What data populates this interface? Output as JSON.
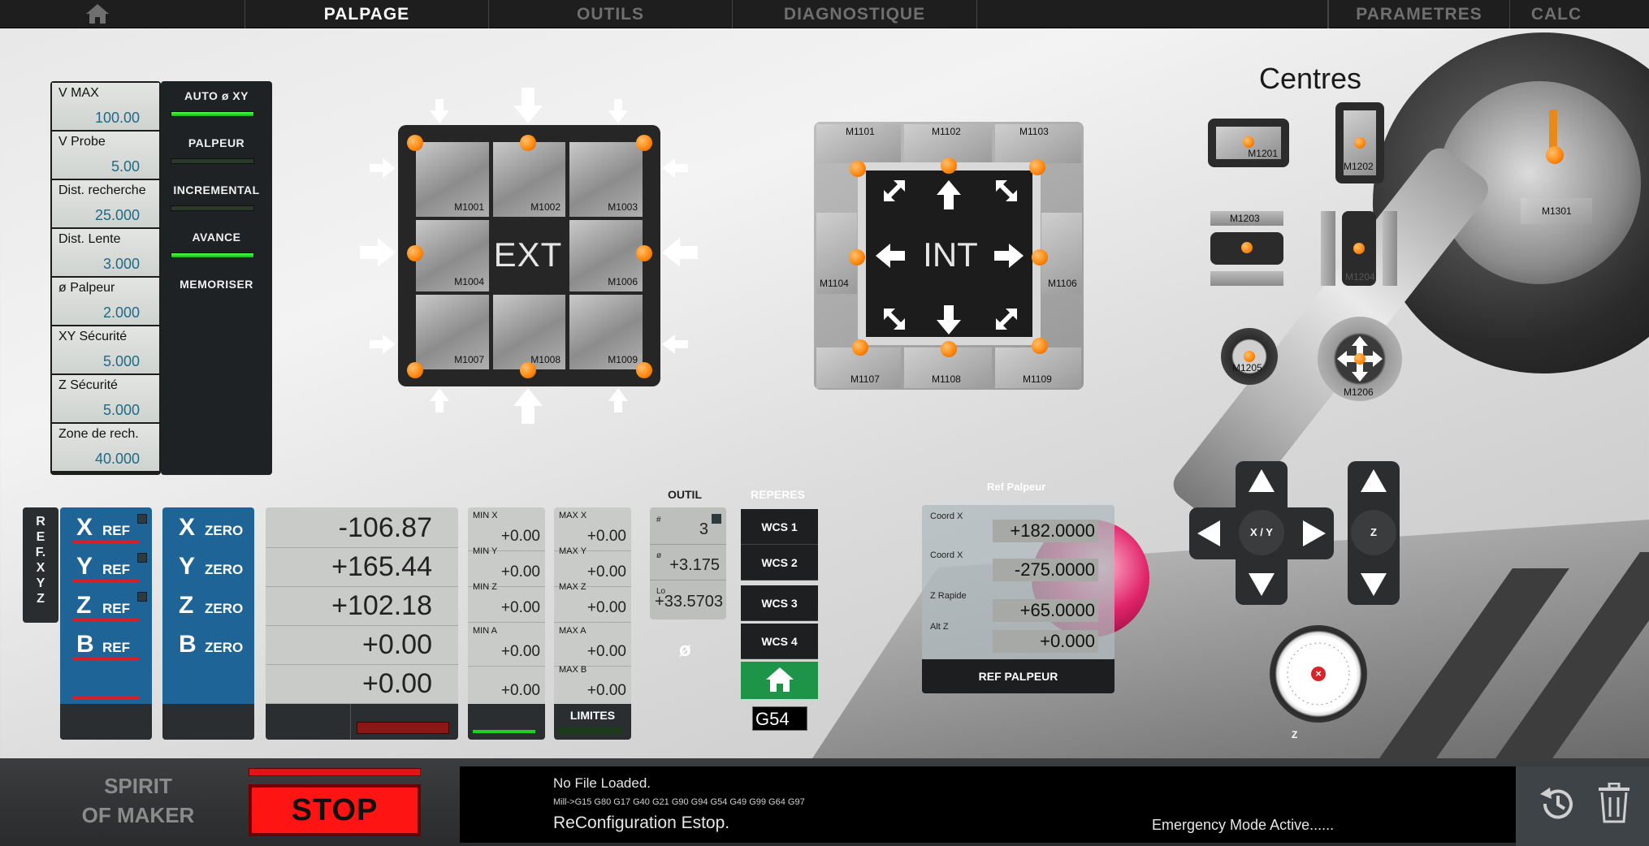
{
  "nav": {
    "home_icon": "home-icon",
    "tabs": [
      {
        "label": "PALPAGE",
        "active": true
      },
      {
        "label": "OUTILS",
        "active": false
      },
      {
        "label": "DIAGNOSTIQUE",
        "active": false
      },
      {
        "label": "PARAMETRES",
        "active": false
      },
      {
        "label": "CALC",
        "active": false
      }
    ]
  },
  "params": [
    {
      "label": "V MAX",
      "value": "100.00"
    },
    {
      "label": "V Probe",
      "value": "5.00"
    },
    {
      "label": "Dist. recherche",
      "value": "25.000"
    },
    {
      "label": "Dist. Lente",
      "value": "3.000"
    },
    {
      "label": "ø Palpeur",
      "value": "2.000"
    },
    {
      "label": "XY Sécurité",
      "value": "5.000"
    },
    {
      "label": "Z  Sécurité",
      "value": "5.000"
    },
    {
      "label": "Zone de rech.",
      "value": "40.000"
    }
  ],
  "modes": [
    {
      "label": "AUTO ø XY",
      "led": "on"
    },
    {
      "label": "PALPEUR",
      "led": "off"
    },
    {
      "label": "INCREMENTAL",
      "led": "off"
    },
    {
      "label": "AVANCE",
      "led": "on"
    },
    {
      "label": "MEMORISER",
      "led": "none"
    }
  ],
  "ext": {
    "title": "EXT",
    "cells": [
      "M1001",
      "M1002",
      "M1003",
      "M1004",
      "M1006",
      "M1007",
      "M1008",
      "M1009"
    ]
  },
  "int": {
    "title": "INT",
    "cells": [
      "M1101",
      "M1102",
      "M1103",
      "M1104",
      "M1106",
      "M1107",
      "M1108",
      "M1109"
    ]
  },
  "centres": {
    "title": "Centres",
    "items": [
      "M1201",
      "M1202",
      "M1203",
      "M1204",
      "M1205",
      "M1206",
      "M1301"
    ]
  },
  "ref_xyz": {
    "tab_label": "REF.XYZ",
    "ref_buttons": [
      {
        "axis": "X",
        "label": "REF"
      },
      {
        "axis": "Y",
        "label": "REF"
      },
      {
        "axis": "Z",
        "label": "REF"
      },
      {
        "axis": "B",
        "label": "REF"
      }
    ],
    "zero_buttons": [
      {
        "axis": "X",
        "label": "ZERO"
      },
      {
        "axis": "Y",
        "label": "ZERO"
      },
      {
        "axis": "Z",
        "label": "ZERO"
      },
      {
        "axis": "B",
        "label": "ZERO"
      }
    ],
    "dro": [
      "-106.87",
      "+165.44",
      "+102.18",
      "+0.00",
      "+0.00"
    ]
  },
  "limits": {
    "min": [
      {
        "label": "MIN X",
        "value": "+0.00"
      },
      {
        "label": "MIN Y",
        "value": "+0.00"
      },
      {
        "label": "MIN Z",
        "value": "+0.00"
      },
      {
        "label": "MIN A",
        "value": "+0.00"
      },
      {
        "label": "",
        "value": "+0.00"
      }
    ],
    "max": [
      {
        "label": "MAX X",
        "value": "+0.00"
      },
      {
        "label": "MAX Y",
        "value": "+0.00"
      },
      {
        "label": "MAX Z",
        "value": "+0.00"
      },
      {
        "label": "MAX  A",
        "value": "+0.00"
      },
      {
        "label": "MAX  B",
        "value": "+0.00"
      }
    ],
    "limits_label": "LIMITES"
  },
  "outil": {
    "title": "OUTIL",
    "rows": [
      {
        "key": "#",
        "value": "3"
      },
      {
        "key": "ø",
        "value": "+3.175"
      },
      {
        "key": "Lo",
        "value": "+33.5703"
      }
    ],
    "diameter_symbol": "ø"
  },
  "reperes": {
    "title": "REPERES",
    "wcs": [
      "WCS 1",
      "WCS 2",
      "WCS 3",
      "WCS 4"
    ],
    "current": "G54"
  },
  "ref_palpeur": {
    "title": "Ref Palpeur",
    "rows": [
      {
        "key": "Coord X",
        "value": "+182.0000"
      },
      {
        "key": "Coord X",
        "value": "-275.0000"
      },
      {
        "key": "Z Rapide",
        "value": "+65.0000"
      },
      {
        "key": "Alt Z",
        "value": "+0.000"
      }
    ],
    "button": "REF PALPEUR"
  },
  "jog": {
    "xy_label": "X / Y",
    "z_label": "Z",
    "axis_select": "Z"
  },
  "bottom": {
    "logo_line1": "SPIRIT",
    "logo_line2": "OF MAKER",
    "stop": "STOP",
    "status_file": "No File Loaded.",
    "status_gcodes": "Mill->G15  G80 G17 G40 G21 G90 G94 G54 G49 G99 G64 G97",
    "status_message": "ReConfiguration Estop.",
    "status_emergency": "Emergency Mode Active......"
  },
  "colors": {
    "ref_blue": "#1e6496",
    "led_green": "#12b812",
    "probe_orange": "#ff8a10",
    "stop_red": "#ff1414",
    "wcs_home_green": "#1e9448"
  }
}
